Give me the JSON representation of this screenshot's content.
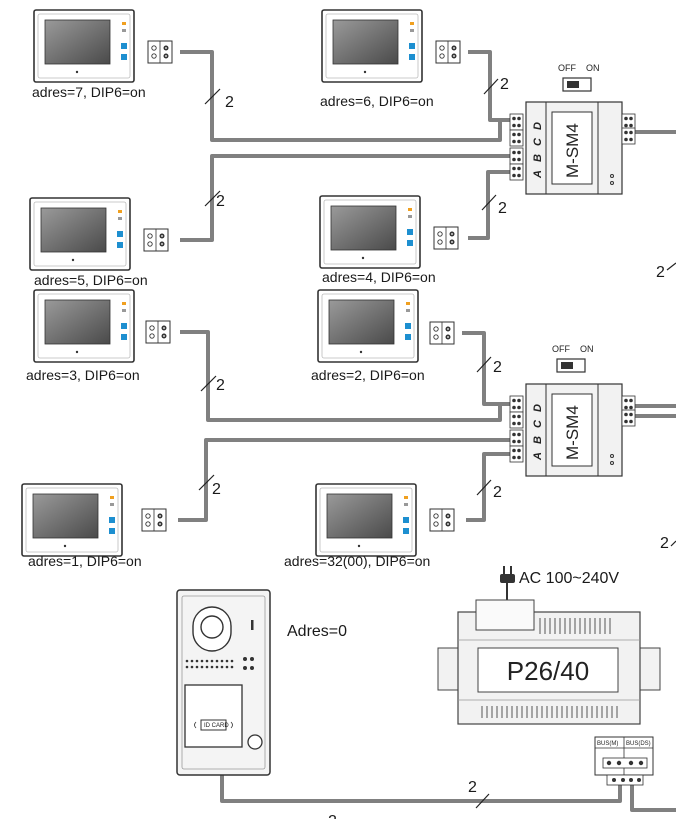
{
  "monitors": [
    {
      "label": "adres=7, DIP6=on"
    },
    {
      "label": "adres=6, DIP6=on"
    },
    {
      "label": "adres=5, DIP6=on"
    },
    {
      "label": "adres=4, DIP6=on"
    },
    {
      "label": "adres=3, DIP6=on"
    },
    {
      "label": "adres=2, DIP6=on"
    },
    {
      "label": "adres=1, DIP6=on"
    },
    {
      "label": "adres=32(00), DIP6=on"
    }
  ],
  "wire_count": "2",
  "switch": {
    "off": "OFF",
    "on": "ON"
  },
  "modules": [
    {
      "name": "M-SM4",
      "ports": [
        "A",
        "B",
        "C",
        "D"
      ]
    },
    {
      "name": "M-SM4",
      "ports": [
        "A",
        "B",
        "C",
        "D"
      ]
    }
  ],
  "door_station": {
    "label": "Adres=0",
    "card_text": "ID CARD"
  },
  "power_supply": {
    "name": "P26/40",
    "ac_label": "AC 100~240V",
    "terminal_left": "BUS(M)",
    "terminal_right": "BUS(DS)"
  },
  "colors": {
    "cable": "#808080",
    "module_fill": "#f2f2f2",
    "screen": "#6e6e6e"
  }
}
